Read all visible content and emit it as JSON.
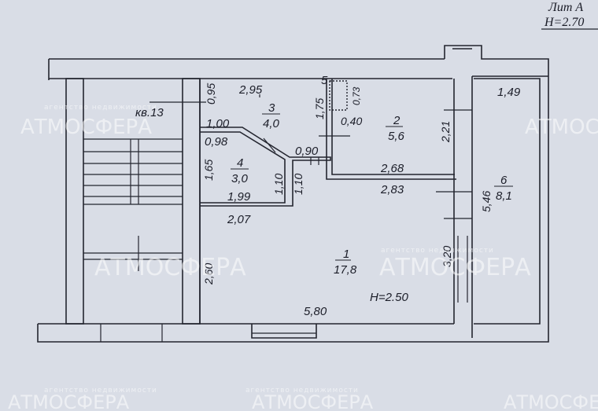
{
  "header": {
    "line1": "Лит А",
    "line2": "H=2.70"
  },
  "apartment_label": "кв.13",
  "ceiling_room": "H=2.50",
  "rooms": [
    {
      "id": "1",
      "area": "17,8"
    },
    {
      "id": "2",
      "area": "5,6"
    },
    {
      "id": "3",
      "area": "4,0"
    },
    {
      "id": "4",
      "area": "3,0"
    },
    {
      "id": "5",
      "area": ""
    },
    {
      "id": "6",
      "area": "8,1"
    }
  ],
  "dimensions": {
    "d295": "2,95",
    "d095": "0,95",
    "d100": "1,00",
    "d098": "0,98",
    "d175": "1,75",
    "d073": "0,73",
    "d040": "0,40",
    "d090": "0,90",
    "d221": "2,21",
    "d268": "2,68",
    "d283": "2,83",
    "d165": "1,65",
    "d110a": "1,10",
    "d110b": "1,10",
    "d199": "1,99",
    "d207": "2,07",
    "d260": "2,60",
    "d320": "3,20",
    "d580": "5,80",
    "d546": "5,46",
    "d149": "1,49"
  },
  "watermark": {
    "brand": "АТМОСФЕРА",
    "agency": "агентство недвижимости"
  },
  "colors": {
    "paper": "#d9dde6",
    "ink": "#23252f",
    "watermark": "#ffffff"
  }
}
